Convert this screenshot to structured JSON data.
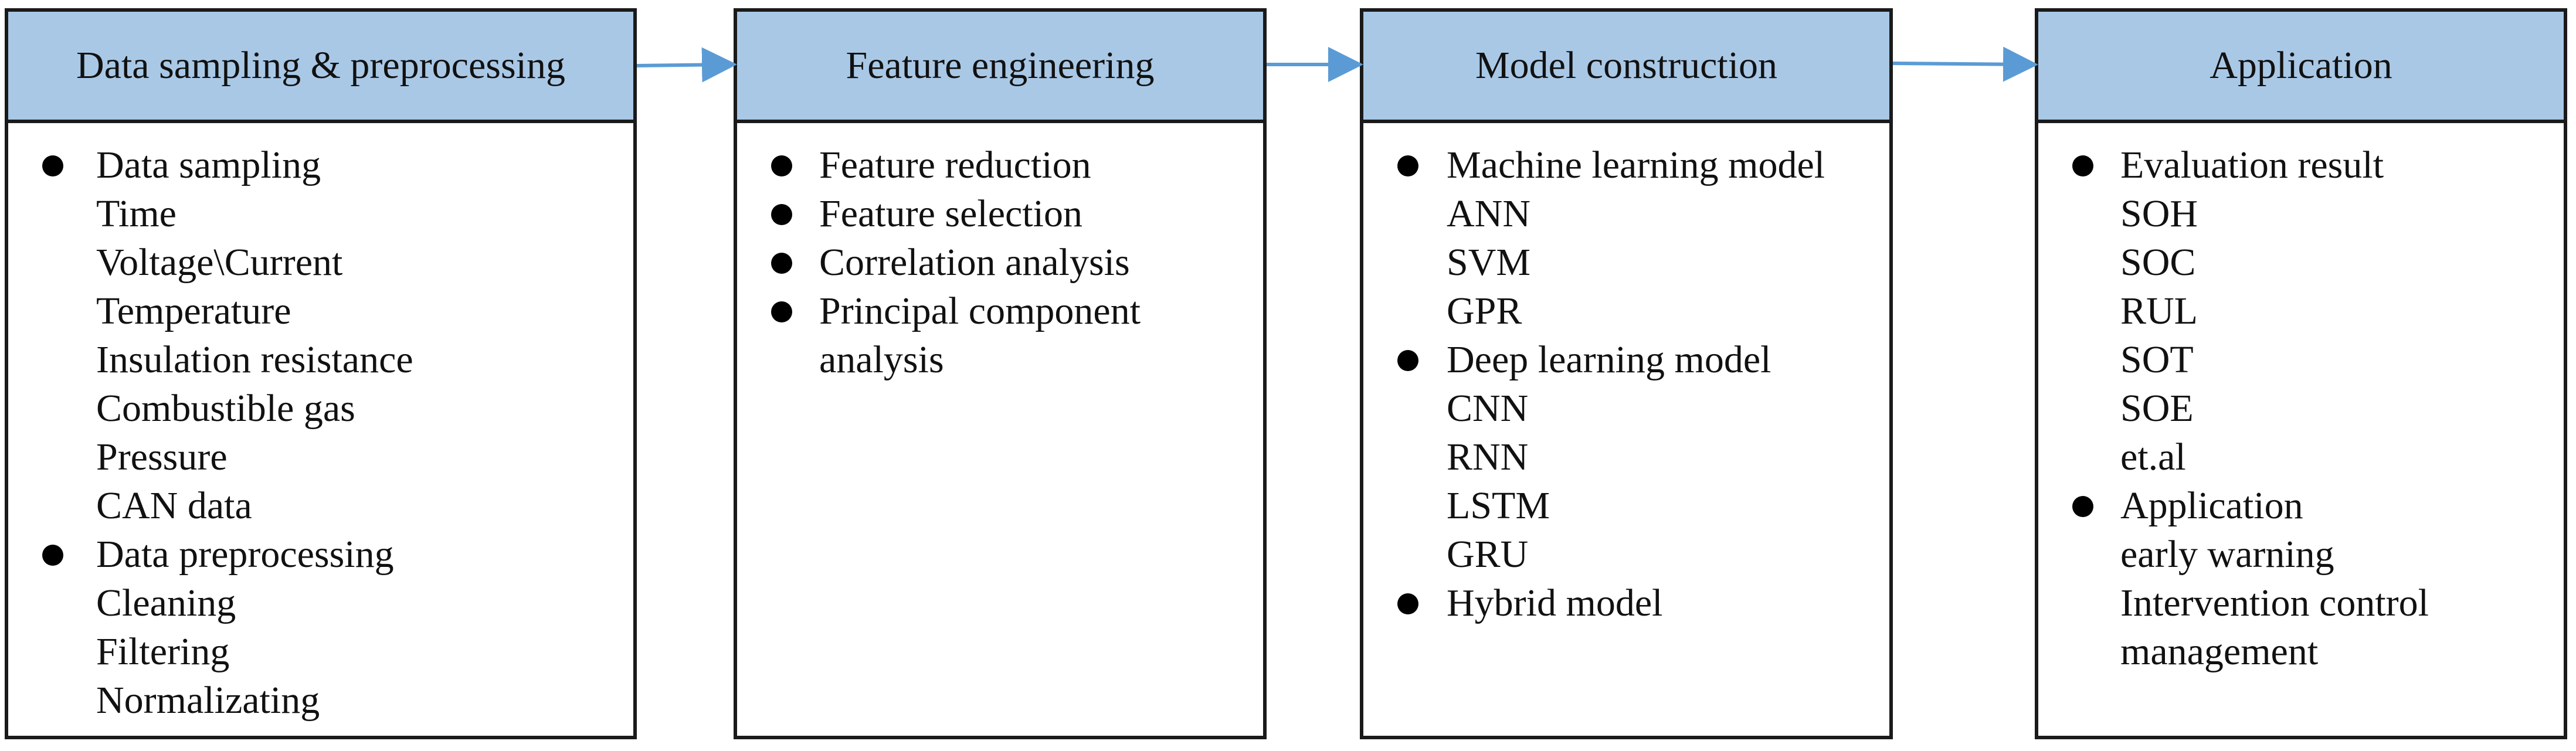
{
  "colors": {
    "header_fill": "#a9c8e6",
    "arrow": "#5b9bd5",
    "border": "#1a1a1a"
  },
  "stages": [
    {
      "title": "Data sampling & preprocessing",
      "lines": [
        {
          "text": "Data sampling",
          "bullet": true
        },
        {
          "text": "Time",
          "bullet": false
        },
        {
          "text": "Voltage\\Current",
          "bullet": false
        },
        {
          "text": "Temperature",
          "bullet": false
        },
        {
          "text": "Insulation resistance",
          "bullet": false
        },
        {
          "text": "Combustible gas",
          "bullet": false
        },
        {
          "text": "Pressure",
          "bullet": false
        },
        {
          "text": "CAN data",
          "bullet": false
        },
        {
          "text": "Data preprocessing",
          "bullet": true
        },
        {
          "text": "Cleaning",
          "bullet": false
        },
        {
          "text": "Filtering",
          "bullet": false
        },
        {
          "text": "Normalizating",
          "bullet": false
        }
      ]
    },
    {
      "title": "Feature engineering",
      "lines": [
        {
          "text": "Feature reduction",
          "bullet": true
        },
        {
          "text": "Feature selection",
          "bullet": true
        },
        {
          "text": "Correlation analysis",
          "bullet": true
        },
        {
          "text": "Principal component",
          "bullet": true
        },
        {
          "text": "analysis",
          "bullet": false
        }
      ]
    },
    {
      "title": "Model construction",
      "lines": [
        {
          "text": "Machine learning model",
          "bullet": true
        },
        {
          "text": "ANN",
          "bullet": false
        },
        {
          "text": "SVM",
          "bullet": false
        },
        {
          "text": "GPR",
          "bullet": false
        },
        {
          "text": "Deep learning model",
          "bullet": true
        },
        {
          "text": "CNN",
          "bullet": false
        },
        {
          "text": "RNN",
          "bullet": false
        },
        {
          "text": "LSTM",
          "bullet": false
        },
        {
          "text": "GRU",
          "bullet": false
        },
        {
          "text": "Hybrid model",
          "bullet": true
        }
      ]
    },
    {
      "title": "Application",
      "lines": [
        {
          "text": "Evaluation result",
          "bullet": true
        },
        {
          "text": "SOH",
          "bullet": false
        },
        {
          "text": "SOC",
          "bullet": false
        },
        {
          "text": "RUL",
          "bullet": false
        },
        {
          "text": "SOT",
          "bullet": false
        },
        {
          "text": "SOE",
          "bullet": false
        },
        {
          "text": "et.al",
          "bullet": false
        },
        {
          "text": "Application",
          "bullet": true
        },
        {
          "text": "early warning",
          "bullet": false
        },
        {
          "text": "Intervention control",
          "bullet": false
        },
        {
          "text": "management",
          "bullet": false
        }
      ]
    }
  ]
}
